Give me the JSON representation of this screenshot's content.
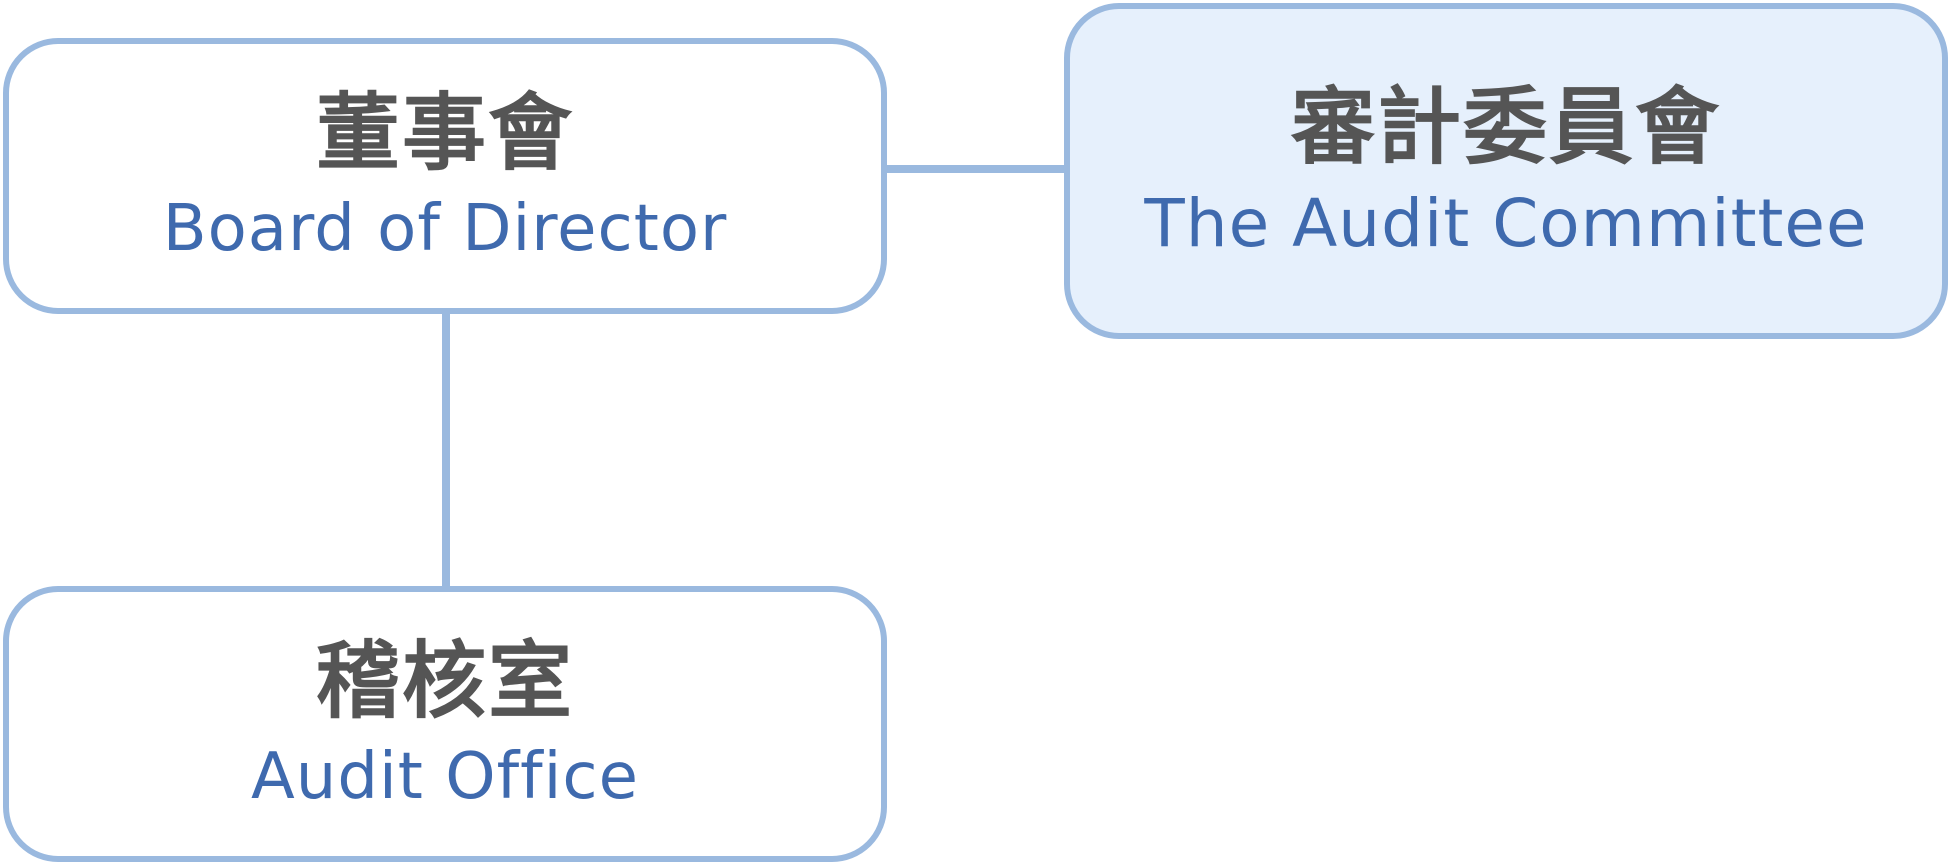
{
  "chart": {
    "nodes": [
      {
        "id": "board",
        "title_zh": "董事會",
        "title_en": "Board of Director"
      },
      {
        "id": "audit_committee",
        "title_zh": "審計委員會",
        "title_en": "The Audit Committee"
      },
      {
        "id": "audit_office",
        "title_zh": "稽核室",
        "title_en": "Audit Office"
      }
    ],
    "edges": [
      {
        "from": "board",
        "to": "audit_committee"
      },
      {
        "from": "board",
        "to": "audit_office"
      }
    ]
  },
  "colors": {
    "border": "#9ab9df",
    "highlight_fill": "#e6f0fc",
    "zh_text": "#555555",
    "en_text": "#3f6aae"
  }
}
